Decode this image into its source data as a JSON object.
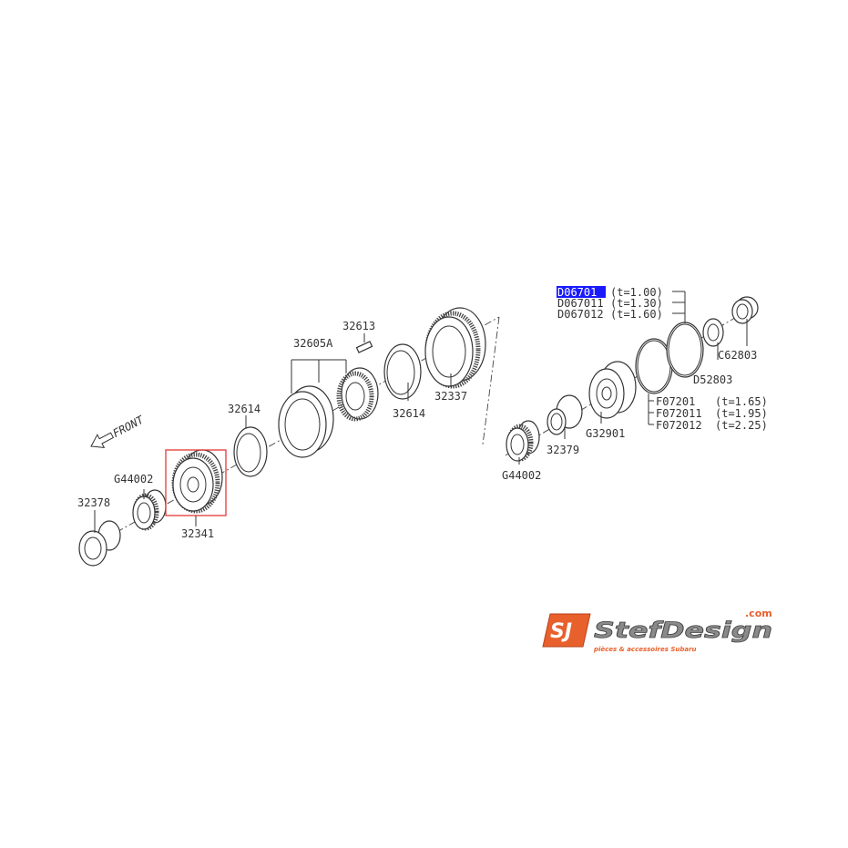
{
  "diagram": {
    "direction_label": "FRONT",
    "selected_part_color": "#e53935",
    "highlight_color": "#1a1aff",
    "parts": {
      "p32613": "32613",
      "p32605A": "32605A",
      "p32614_left": "32614",
      "p32614_right": "32614",
      "p32337": "32337",
      "pG44002_left": "G44002",
      "p32378": "32378",
      "p32341": "32341",
      "pG44002_right": "G44002",
      "p32379": "32379",
      "pG32901": "G32901",
      "pD52803": "D52803",
      "pC62803": "C62803"
    },
    "shims_d": [
      {
        "part": "D06701",
        "spec": "(t=1.00)",
        "selected": true
      },
      {
        "part": "D067011",
        "spec": "(t=1.30)"
      },
      {
        "part": "D067012",
        "spec": "(t=1.60)"
      }
    ],
    "shims_f": [
      {
        "part": "F07201",
        "spec": "(t=1.65)"
      },
      {
        "part": "F072011",
        "spec": "(t=1.95)"
      },
      {
        "part": "F072012",
        "spec": "(t=2.25)"
      }
    ]
  },
  "logo": {
    "brand": "StefDesign",
    "tld": ".com",
    "tagline": "pièces & accessoires Subaru",
    "accent": "#e8602c"
  }
}
